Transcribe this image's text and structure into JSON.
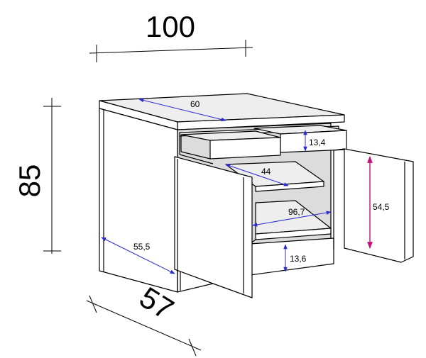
{
  "dimensions": {
    "width": "100",
    "height": "85",
    "depth": "57",
    "top_inner_width": "60",
    "drawer_height": "13,4",
    "shelf_depth": "44",
    "inner_width": "96,7",
    "door_height": "54,5",
    "side_depth": "55,5",
    "bottom_drawer_height": "13,6"
  },
  "colors": {
    "dimension_line": "#2a2ad0",
    "height_marker": "#c0127a",
    "outline": "#000000"
  }
}
